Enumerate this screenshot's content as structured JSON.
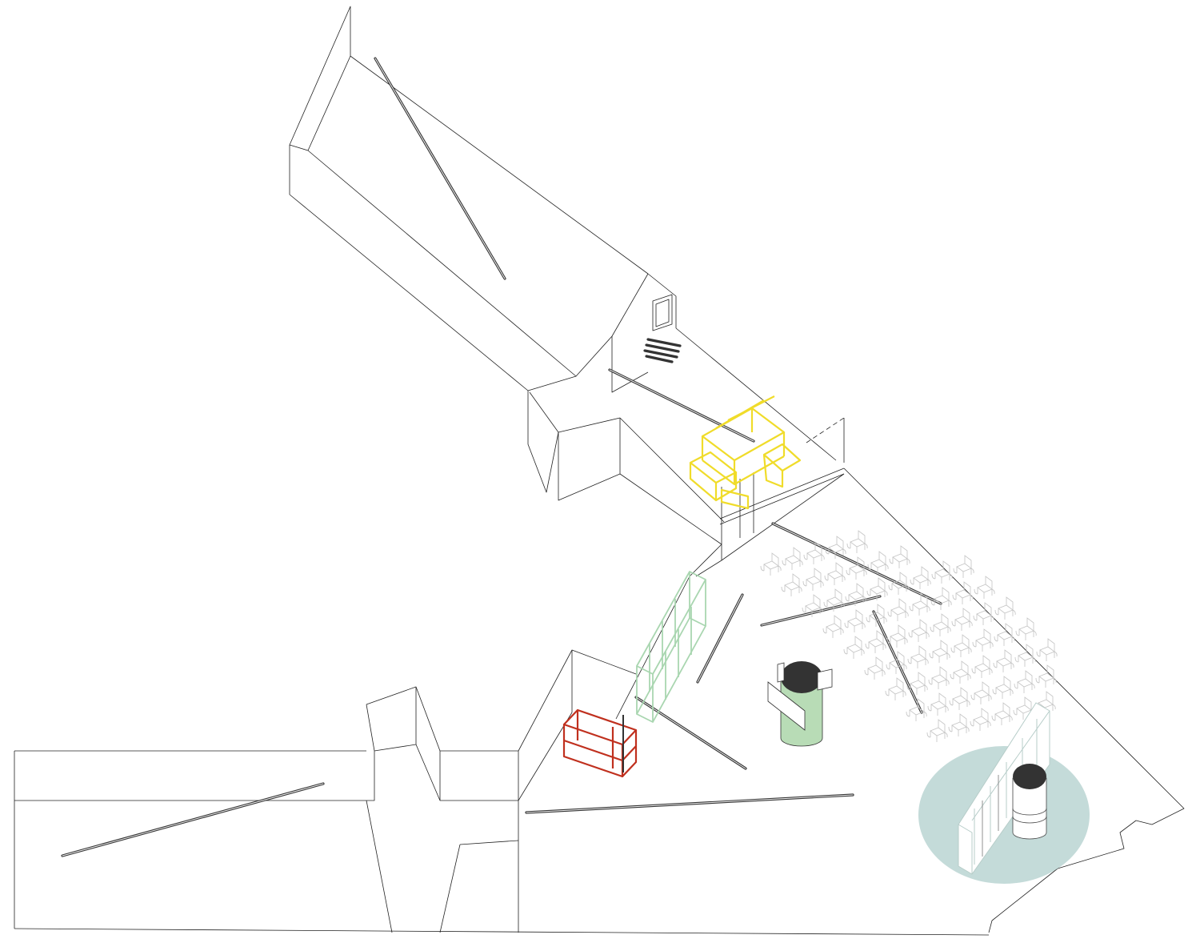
{
  "colors": {
    "line": "#222222",
    "bar": "#333333",
    "yellow_structure": "#f0dc2a",
    "red_structure": "#c0301e",
    "green_structure": "#a9d6b0",
    "green_cylinder": "#b8dcb6",
    "cylinder_top": "#333333",
    "teal_circle": "#c4dbd9",
    "chairs": "#c4c4c4"
  },
  "elements": {
    "floor_plan": "isometric-floor-plan",
    "light_bars": 13,
    "chair_rows": 9,
    "chair_columns": 8
  }
}
